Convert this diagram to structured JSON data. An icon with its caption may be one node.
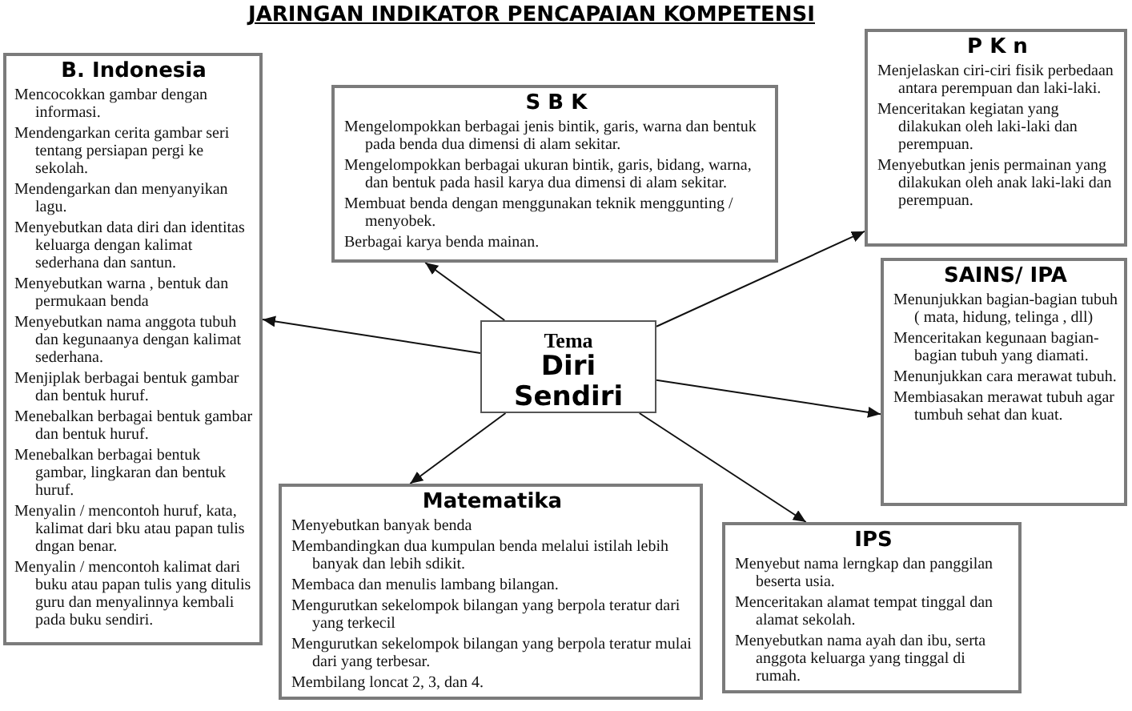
{
  "diagram": {
    "title": "JARINGAN INDIKATOR PENCAPAIAN KOMPETENSI",
    "nodes": [
      {
        "text": [
          "B. Indonesia",
          "Mencocokkan gambar dengan informasi.",
          "Mendengarkan cerita gambar seri tentang persiapan pergi ke sekolah.",
          "Mendengarkan dan menyanyikan lagu.",
          "Menyebutkan data diri dan identitas keluarga dengan kalimat sederhana dan santun.",
          "Menyebutkan warna , bentuk dan permukaan benda",
          "Menyebutkan nama anggota tubuh dan kegunaanya dengan kalimat sederhana.",
          "Menjiplak berbagai bentuk gambar dan bentuk huruf.",
          "Menebalkan berbagai bentuk gambar dan bentuk huruf.",
          "Menebalkan berbagai bentuk gambar, lingkaran dan bentuk huruf.",
          "Menyalin / mencontoh huruf, kata, kalimat dari bku atau papan tulis dngan benar.",
          "Menyalin / mencontoh kalimat dari buku atau papan tulis yang ditulis guru dan menyalinnya kembali pada buku sendiri."
        ]
      },
      {
        "text": [
          "S B K",
          "Mengelompokkan berbagai jenis bintik, garis, warna dan bentuk pada benda dua dimensi di alam sekitar.",
          "Mengelompokkan berbagai ukuran bintik, garis, bidang, warna, dan bentuk pada hasil karya dua dimensi di alam sekitar.",
          "Membuat benda dengan menggunakan teknik menggunting / menyobek.",
          "Berbagai karya benda mainan."
        ]
      },
      {
        "text": [
          "P K n",
          "Menjelaskan ciri-ciri fisik perbedaan antara perempuan dan laki-laki.",
          "Menceritakan kegiatan yang dilakukan oleh laki-laki dan perempuan.",
          "Menyebutkan jenis permainan yang dilakukan oleh anak laki-laki dan perempuan."
        ]
      },
      {
        "text": [
          "SAINS/ IPA",
          "Menunjukkan bagian-bagian tubuh ( mata, hidung, telinga , dll)",
          "Menceritakan kegunaan bagian-bagian tubuh yang diamati.",
          "Menunjukkan cara merawat tubuh.",
          "Membiasakan merawat tubuh agar tumbuh sehat dan kuat."
        ]
      },
      {
        "text": [
          "Tema",
          "Diri Sendiri"
        ]
      },
      {
        "text": [
          "Matematika",
          "Menyebutkan banyak benda",
          "Membandingkan dua kumpulan benda melalui istilah lebih banyak dan lebih sdikit.",
          "Membaca dan menulis lambang bilangan.",
          "Mengurutkan sekelompok bilangan yang berpola teratur dari yang terkecil",
          "Mengurutkan sekelompok bilangan yang berpola teratur mulai dari yang terbesar.",
          "Membilang loncat 2, 3, dan 4."
        ]
      },
      {
        "text": [
          "IPS",
          "Menyebut nama lerngkap dan panggilan beserta usia.",
          "Menceritakan alamat tempat tinggal dan alamat sekolah.",
          "Menyebutkan nama ayah dan ibu, serta anggota keluarga yang tinggal di rumah."
        ]
      }
    ],
    "edges": [
      {
        "from": 4,
        "to": 0,
        "arrow": "to"
      },
      {
        "from": 4,
        "to": 1,
        "arrow": "to"
      },
      {
        "from": 4,
        "to": 2,
        "arrow": "to"
      },
      {
        "from": 4,
        "to": 3,
        "arrow": "to"
      },
      {
        "from": 4,
        "to": 5,
        "arrow": "to"
      },
      {
        "from": 4,
        "to": 6,
        "arrow": "to"
      }
    ]
  }
}
